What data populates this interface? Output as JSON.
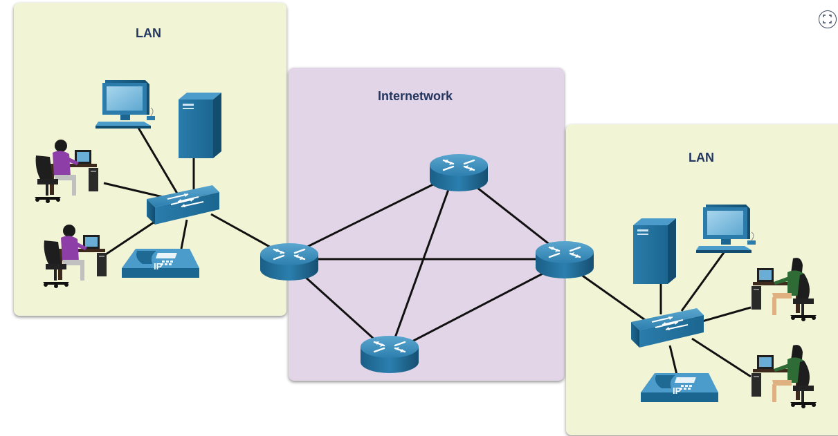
{
  "diagram": {
    "zones": {
      "lan_left": {
        "label": "LAN",
        "fill": "#f2f5d5"
      },
      "internetwork": {
        "label": "Internetwork",
        "fill": "#e2d5e7"
      },
      "lan_right": {
        "label": "LAN",
        "fill": "#f2f5d5"
      }
    },
    "phone_label": "IP",
    "device_color": "#1e6a94",
    "link_color": "#111111"
  },
  "controls": {
    "expand_icon": "expand-icon"
  }
}
